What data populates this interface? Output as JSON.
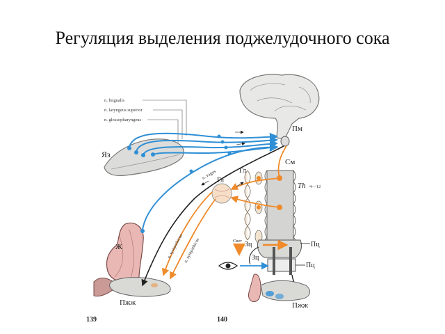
{
  "title": "Регуляция выделения поджелудочного сока",
  "nerve_labels": {
    "lingualis": "n. lingualis",
    "laryngeus": "n. laryngeus superior",
    "glossopharyngeus": "n. glossopharyngeus",
    "vagus": "n. vagus",
    "sympathicus_1": "n. sympathicus",
    "sympathicus_2": "n. sympathicus"
  },
  "organ_labels": {
    "tongue": "Яз",
    "medulla": "Пм",
    "spinal": "См",
    "ganglion_left": "Гл",
    "ganglion_right": "Гл",
    "thoracic": "Th",
    "thoracic_range": "4—12",
    "stomach": "Ж",
    "pancreas_left": "Пжж",
    "pancreas_right": "Пжж",
    "light": "Свет",
    "zc_top": "Зц",
    "zc_mid": "Зц",
    "pc_top": "Пц",
    "pc_mid": "Пц"
  },
  "page_numbers": {
    "left": "139",
    "right": "140"
  },
  "colors": {
    "parasympathetic": "#2f8fd6",
    "sympathetic": "#f08a2a",
    "motor": "#222222"
  }
}
